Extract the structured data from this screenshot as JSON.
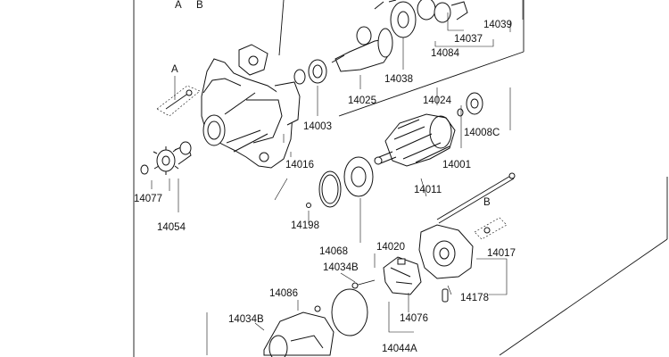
{
  "diagram": {
    "ref_labels": [
      "A",
      "B",
      "A",
      "B"
    ],
    "part_numbers": {
      "p14039": "14039",
      "p14037": "14037",
      "p14084": "14084",
      "p14038": "14038",
      "p14025": "14025",
      "p14024": "14024",
      "p14003": "14003",
      "p14008C": "14008C",
      "p14016": "14016",
      "p14001": "14001",
      "p14077": "14077",
      "p14054": "14054",
      "p14011": "14011",
      "p14198": "14198",
      "p14068": "14068",
      "p14020": "14020",
      "p14017": "14017",
      "p14034B_a": "14034B",
      "p14178": "14178",
      "p14086": "14086",
      "p14076": "14076",
      "p14034B_b": "14034B",
      "p14044A": "14044A"
    }
  }
}
